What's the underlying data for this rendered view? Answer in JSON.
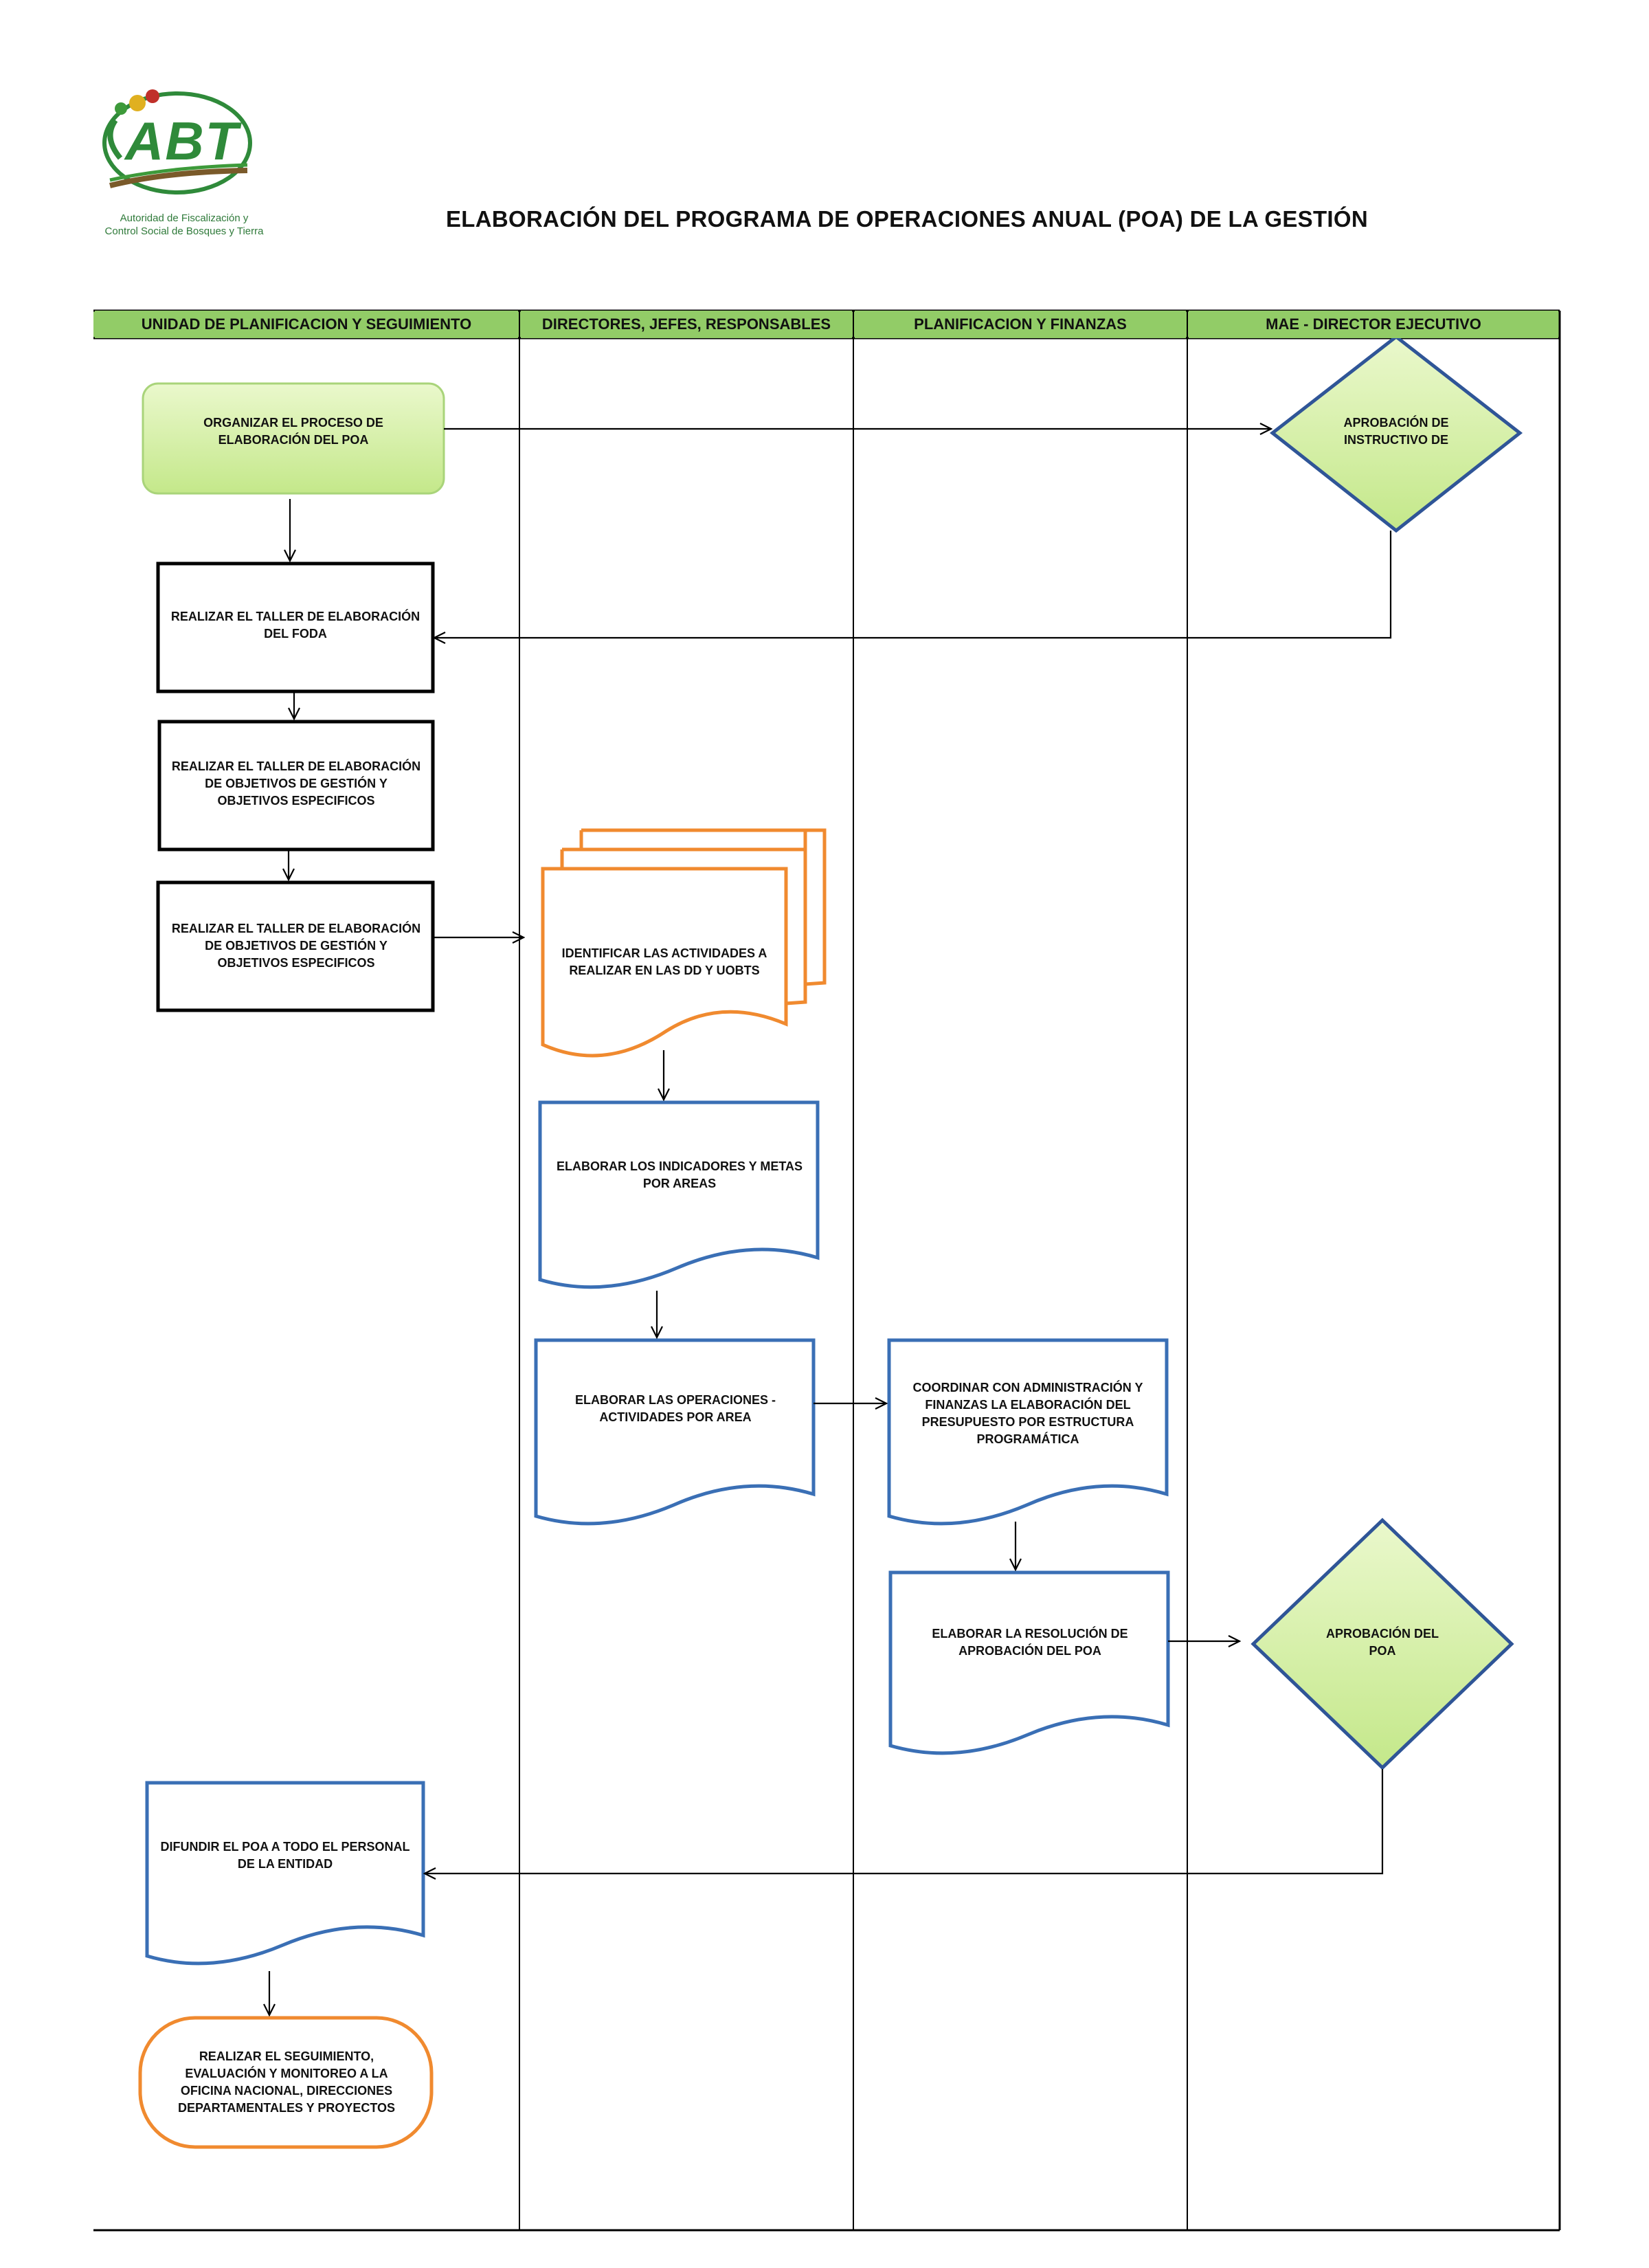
{
  "logo": {
    "mark": "ABT",
    "subtitle_line1": "Autoridad de Fiscalización y",
    "subtitle_line2": "Control Social de Bosques y Tierra"
  },
  "title": "ELABORACIÓN DEL PROGRAMA DE OPERACIONES ANUAL (POA) DE LA GESTIÓN",
  "lanes": [
    "UNIDAD DE PLANIFICACION Y SEGUIMIENTO",
    "DIRECTORES, JEFES, RESPONSABLES",
    "PLANIFICACION Y FINANZAS",
    "MAE - DIRECTOR EJECUTIVO"
  ],
  "nodes": {
    "organize": "ORGANIZAR EL PROCESO DE ELABORACIÓN DEL POA",
    "approval_instructive": "APROBACIÓN DE INSTRUCTIVO DE",
    "foda": "REALIZAR EL TALLER DE ELABORACIÓN DEL FODA",
    "objectives_1": "REALIZAR EL TALLER DE ELABORACIÓN DE OBJETIVOS DE GESTIÓN Y OBJETIVOS ESPECIFICOS",
    "objectives_2": "REALIZAR EL TALLER DE ELABORACIÓN DE OBJETIVOS DE GESTIÓN Y OBJETIVOS ESPECIFICOS",
    "identify": "IDENTIFICAR LAS ACTIVIDADES A REALIZAR EN LAS DD Y UOBTS",
    "indicators": "ELABORAR LOS INDICADORES Y METAS POR AREAS",
    "operations": "ELABORAR LAS OPERACIONES - ACTIVIDADES POR AREA",
    "coordinate": "COORDINAR CON ADMINISTRACIÓN Y FINANZAS LA ELABORACIÓN DEL PRESUPUESTO POR ESTRUCTURA PROGRAMÁTICA",
    "resolution": "ELABORAR LA RESOLUCIÓN DE APROBACIÓN DEL POA",
    "approval_poa": "APROBACIÓN DEL POA",
    "disseminate": "DIFUNDIR EL POA A TODO EL PERSONAL DE LA ENTIDAD",
    "followup": "REALIZAR EL SEGUIMIENTO, EVALUACIÓN Y MONITOREO A LA OFICINA NACIONAL, DIRECCIONES DEPARTAMENTALES Y PROYECTOS"
  },
  "colors": {
    "header_green": "#92cc67",
    "start_green": "#d6f0a6",
    "diamond_border": "#2f5597",
    "document_border": "#3a6fb5",
    "orange": "#f08a2f",
    "logo_green": "#2f8a3a"
  }
}
